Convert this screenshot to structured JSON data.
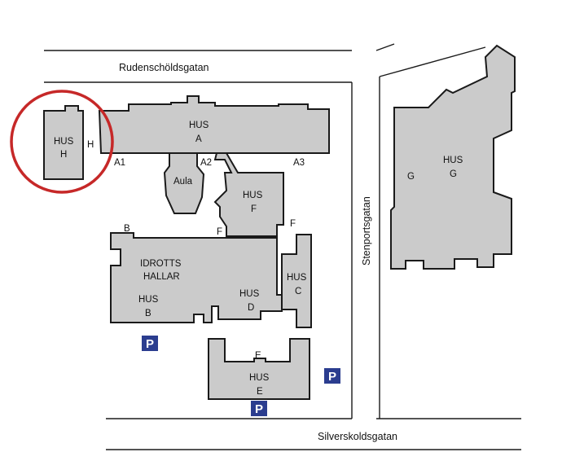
{
  "streets": {
    "north": "Rudenschöldsgatan",
    "east": "Stenportsgatan",
    "south": "Silverskoldsgatan"
  },
  "buildings": {
    "hus_h": [
      "HUS",
      "H"
    ],
    "hus_a": [
      "HUS",
      "A"
    ],
    "aula": "Aula",
    "hus_f": [
      "HUS",
      "F"
    ],
    "idrottshallar": [
      "IDROTTS",
      "HALLAR"
    ],
    "hus_b": [
      "HUS",
      "B"
    ],
    "hus_d": [
      "HUS",
      "D"
    ],
    "hus_c": [
      "HUS",
      "C"
    ],
    "hus_e": [
      "HUS",
      "E"
    ],
    "hus_g": [
      "HUS",
      "G"
    ]
  },
  "entrances": {
    "h": "H",
    "a1": "A1",
    "a2": "A2",
    "a3": "A3",
    "b": "B",
    "f_inner": "F",
    "f_outer": "F",
    "e": "E",
    "g": "G"
  },
  "parking": {
    "symbol": "P"
  },
  "colors": {
    "building_fill": "#cbcbcb",
    "highlight_ring": "#c62828",
    "parking": "#2b3d8f"
  }
}
